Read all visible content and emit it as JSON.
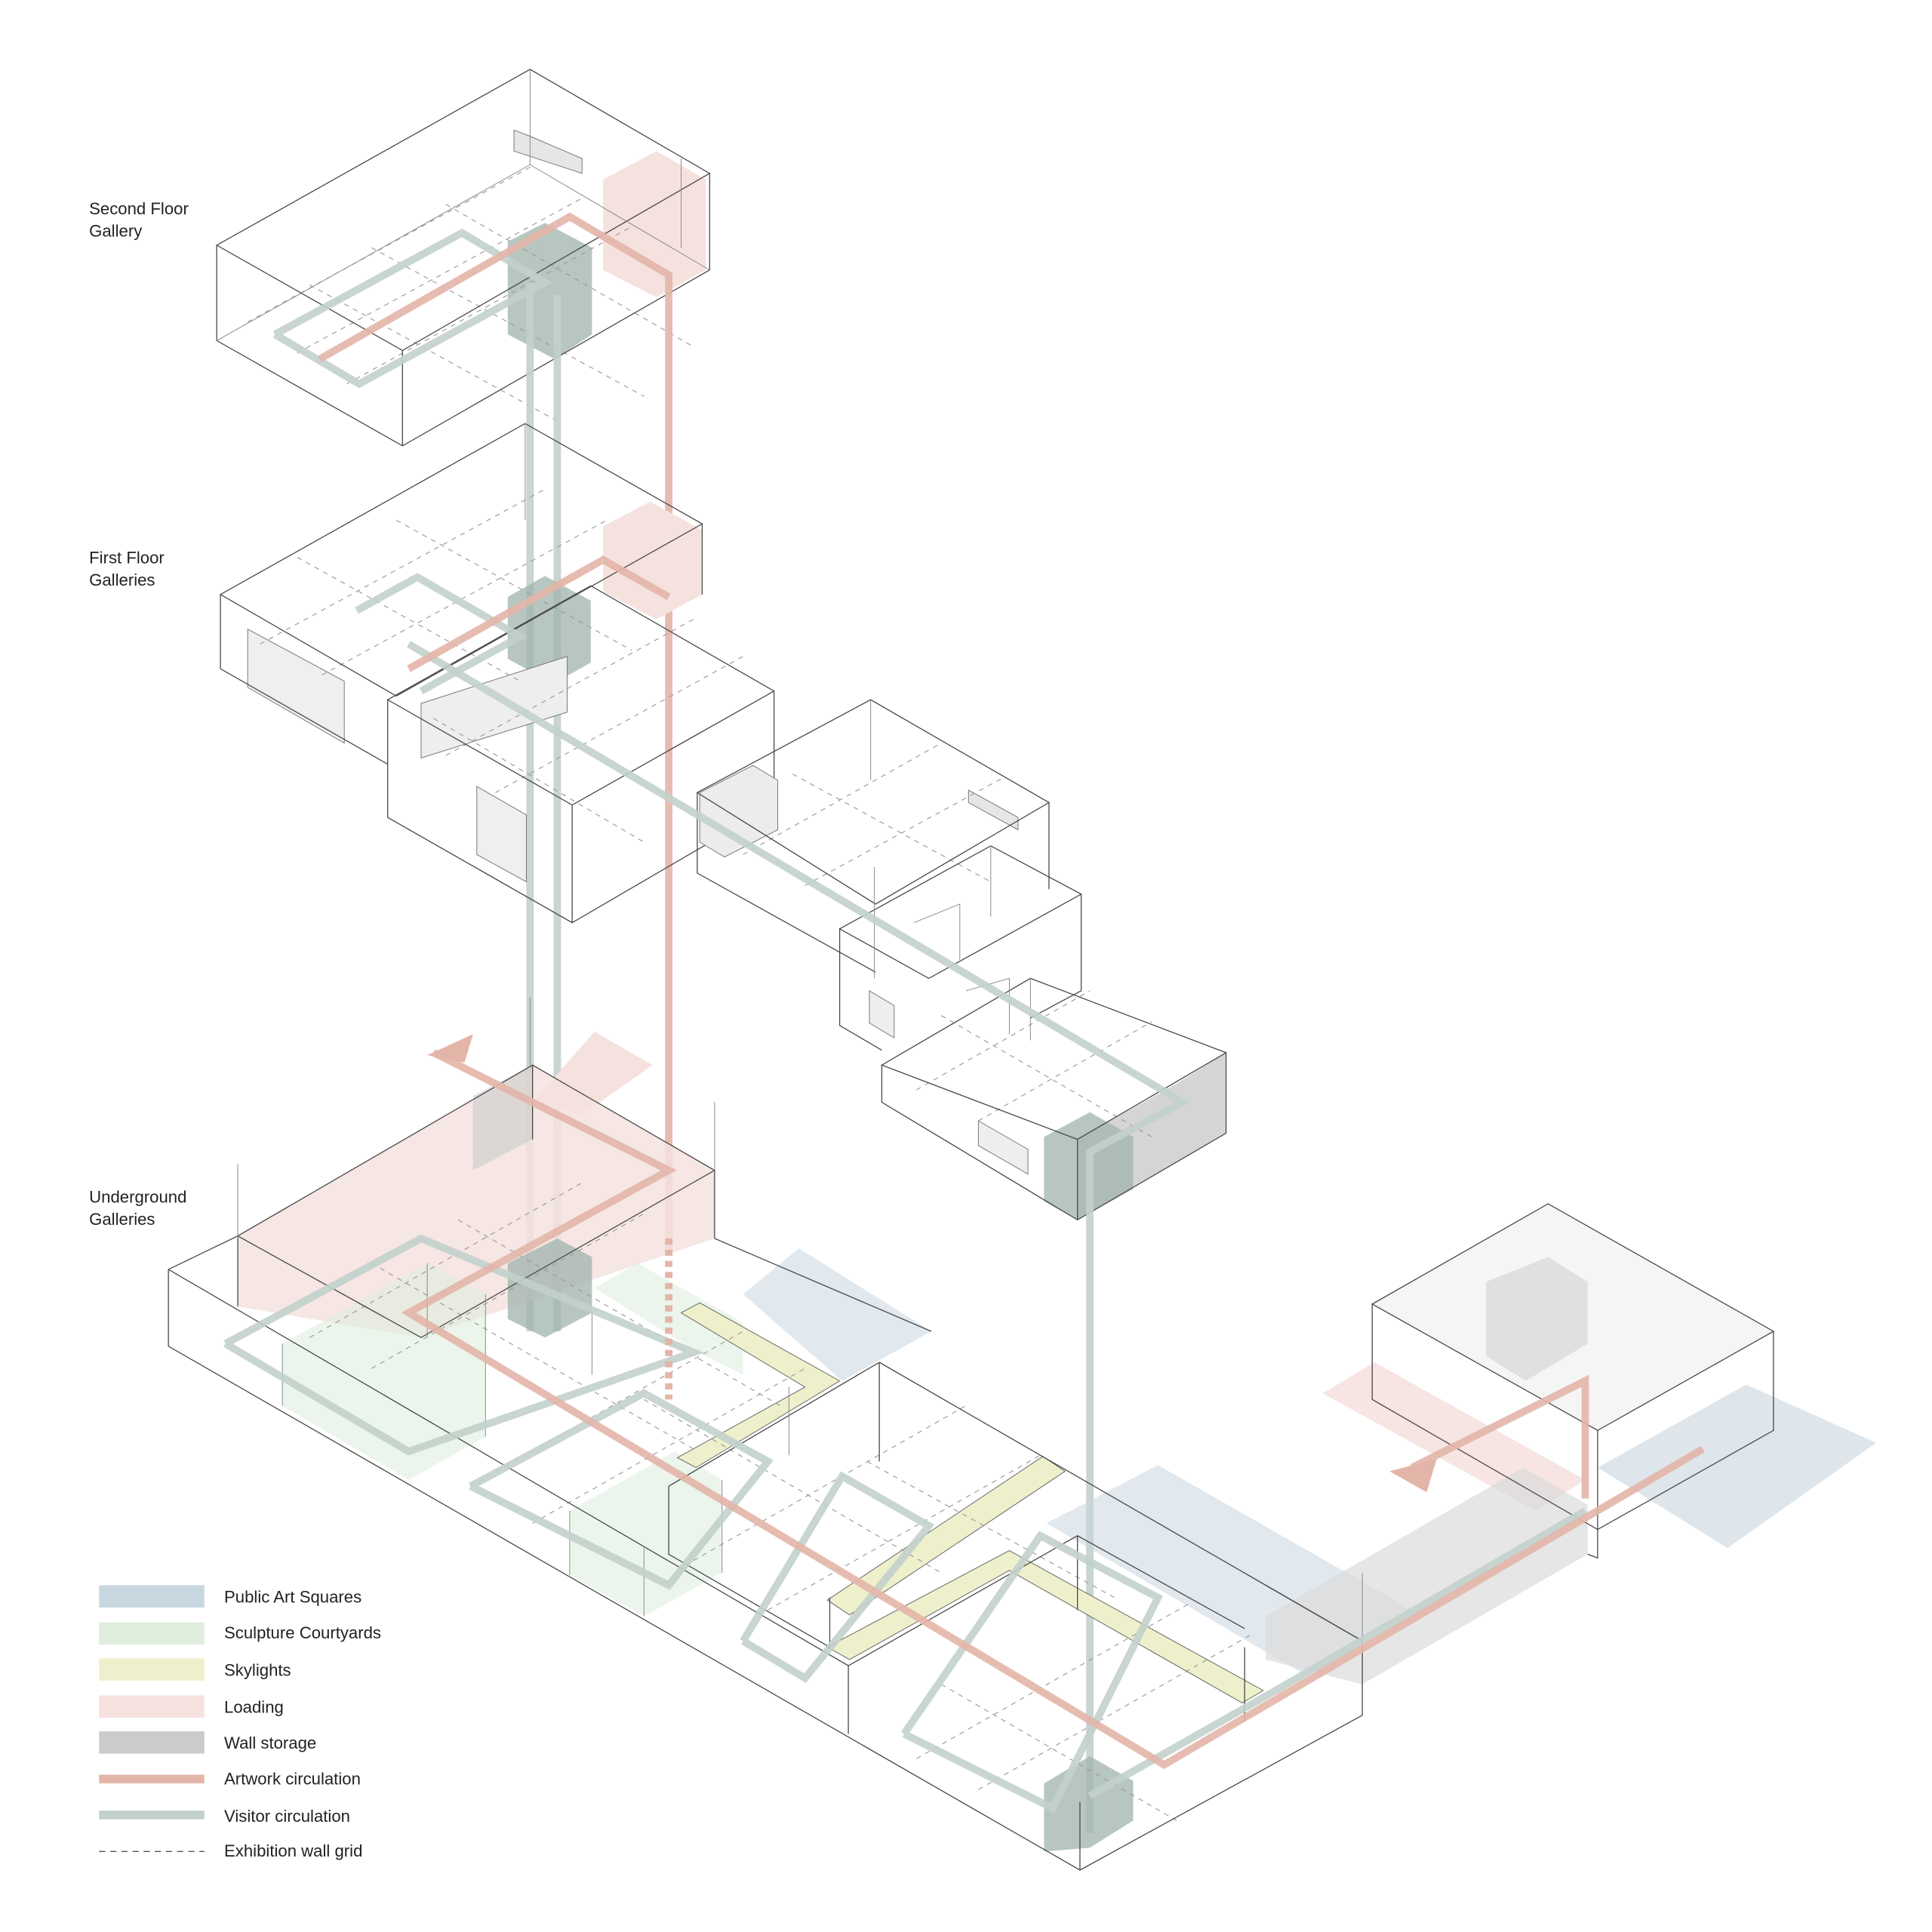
{
  "floor_labels": {
    "second": [
      "Second Floor",
      "Gallery"
    ],
    "first": [
      "First Floor",
      "Galleries"
    ],
    "underground": [
      "Underground",
      "Galleries"
    ]
  },
  "legend": [
    {
      "label": "Public Art Squares",
      "color": "#c8d6e0",
      "kind": "fill"
    },
    {
      "label": "Sculpture Courtyards",
      "color": "#dfeedd",
      "kind": "fill"
    },
    {
      "label": "Skylights",
      "color": "#eef0cc",
      "kind": "fill"
    },
    {
      "label": "Loading",
      "color": "#f5e2df",
      "kind": "fill"
    },
    {
      "label": "Wall storage",
      "color": "#cbcbcb",
      "kind": "fill"
    },
    {
      "label": "Artwork circulation",
      "color": "#e3b5a8",
      "kind": "line"
    },
    {
      "label": "Visitor circulation",
      "color": "#c2d0cb",
      "kind": "line"
    },
    {
      "label": "Exhibition wall grid",
      "color": "#555555",
      "kind": "dashed"
    }
  ],
  "colors": {
    "public_art": "#c8d6e0",
    "sculpture": "#dfeedd",
    "skylight": "#eef0cc",
    "loading": "#f5e2df",
    "storage": "#cbcbcb",
    "artwork": "#e3b5a8",
    "visitor": "#c2d0cb",
    "core": "#9fb3ac"
  }
}
